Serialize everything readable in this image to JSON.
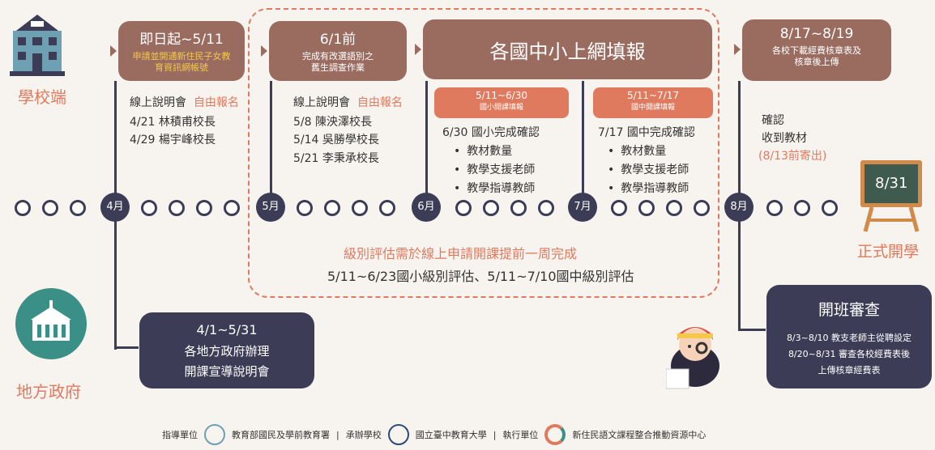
{
  "school_side": {
    "label": "學校端"
  },
  "local_gov": {
    "label": "地方政府"
  },
  "opening": {
    "date": "8/31",
    "label": "正式開學"
  },
  "boxes": {
    "b1": {
      "title": "即日起~5/11",
      "sub1": "申請並開通新住民子女教",
      "sub2": "育資訊網帳號"
    },
    "b2": {
      "title": "6/1前",
      "sub1": "完成有改選語別之",
      "sub2": "舊生調查作業"
    },
    "b3": {
      "title": "各國中小上網填報"
    },
    "b4": {
      "title": "8/17~8/19",
      "sub1": "各校下載經費核章表及",
      "sub2": "核章後上傳"
    }
  },
  "orange": {
    "elem": {
      "date": "5/11~6/30",
      "sub": "國小開課填報"
    },
    "junior": {
      "date": "5/11~7/17",
      "sub": "國中開課填報"
    }
  },
  "col1": {
    "h1": "線上說明會",
    "h2": "自由報名",
    "r1": "4/21  林積甫校長",
    "r2": "4/29  楊宇峰校長"
  },
  "col2": {
    "h1": "線上說明會",
    "h2": "自由報名",
    "r1": "5/8   陳泱澤校長",
    "r2": "5/14  吳勝學校長",
    "r3": "5/21  李秉承校長"
  },
  "col3": {
    "head": "6/30 國小完成確認",
    "items": [
      "教材數量",
      "教學支援老師",
      "教學指導教師"
    ]
  },
  "col4": {
    "head": "7/17 國中完成確認",
    "items": [
      "教材數量",
      "教學支援老師",
      "教學指導教師"
    ]
  },
  "col5": {
    "l1": "確認",
    "l2": "收到教材",
    "l3": "(8/13前寄出)"
  },
  "months": [
    "4月",
    "5月",
    "6月",
    "7月",
    "8月"
  ],
  "eval": {
    "line1": "級別評估需於線上申請開課提前一周完成",
    "line2": "5/11~6/23國小級別評估、5/11~7/10國中級別評估"
  },
  "gov_box": {
    "title": "4/1~5/31",
    "l1": "各地方政府辦理",
    "l2": "開課宣導說明會"
  },
  "review": {
    "title": "開班審查",
    "l1": "8/3~8/10 教支老師主從聘設定",
    "l2": "8/20~8/31 審查各校經費表後",
    "l3": "上傳核章經費表"
  },
  "footer": {
    "t1": "指導單位",
    "t2": "教育部國民及學前教育署",
    "t3": "承辦學校",
    "t4": "國立臺中教育大學",
    "t5": "執行單位",
    "t6": "新住民語文課程整合推動資源中心"
  },
  "colors": {
    "brown": "#9a6c60",
    "orange": "#e07a5f",
    "navy": "#3c3c57",
    "teal": "#3a8f86"
  }
}
